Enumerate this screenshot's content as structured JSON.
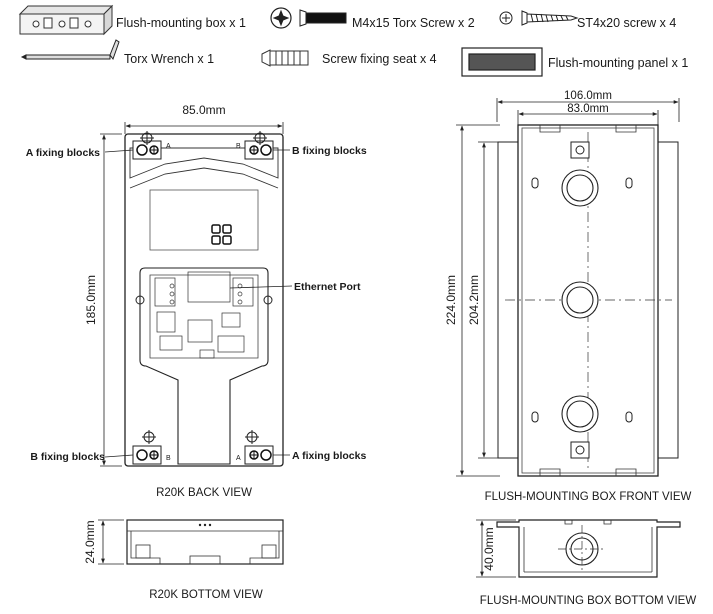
{
  "accessories": {
    "box": "Flush-mounting box x 1",
    "m4_screw": "M4x15 Torx Screw x 2",
    "st4_screw": "ST4x20 screw x 4",
    "wrench": "Torx Wrench  x 1",
    "seat": "Screw fixing seat x 4",
    "panel": "Flush-mounting panel x 1"
  },
  "back_view": {
    "width_dim": "85.0mm",
    "height_dim": "185.0mm",
    "label_a_top": "A fixing blocks",
    "label_b_top": "B fixing blocks",
    "label_b_bottom": "B fixing blocks",
    "label_a_bottom": "A fixing blocks",
    "ethernet": "Ethernet Port",
    "block_a": "A",
    "block_b": "B",
    "caption": "R20K BACK VIEW"
  },
  "bottom_view": {
    "height_dim": "24.0mm",
    "caption": "R20K BOTTOM VIEW"
  },
  "box_front": {
    "outer_width": "106.0mm",
    "inner_width": "83.0mm",
    "outer_height": "224.0mm",
    "inner_height": "204.2mm",
    "caption": "FLUSH-MOUNTING BOX FRONT VIEW"
  },
  "box_bottom": {
    "height_dim": "40.0mm",
    "caption": "FLUSH-MOUNTING BOX BOTTOM VIEW"
  }
}
